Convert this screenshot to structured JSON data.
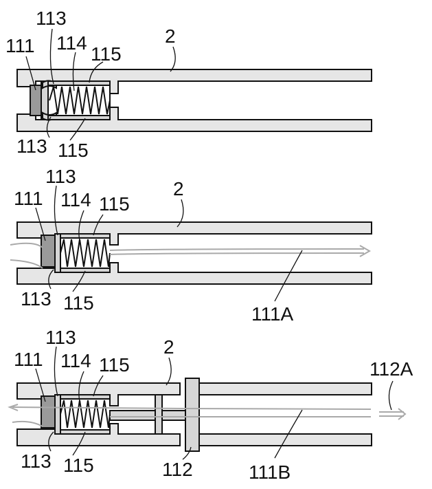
{
  "panels": [
    {
      "labels": {
        "spring_housing": "2",
        "end_cap": "111",
        "seal_top": "113",
        "seal_bottom": "113",
        "spring": "114",
        "sleeve_top": "115",
        "sleeve_bottom": "115"
      }
    },
    {
      "labels": {
        "spring_housing": "2",
        "end_cap": "111",
        "seal_top": "113",
        "seal_bottom": "113",
        "spring": "114",
        "sleeve_top": "115",
        "sleeve_bottom": "115",
        "flow_path": "111A"
      }
    },
    {
      "labels": {
        "spring_housing": "2",
        "end_cap": "111",
        "seal_top": "113",
        "seal_bottom": "113",
        "spring": "114",
        "sleeve_top": "115",
        "sleeve_bottom": "115",
        "plunger": "112",
        "flow_path": "111B",
        "outlet_flow": "112A"
      }
    }
  ]
}
